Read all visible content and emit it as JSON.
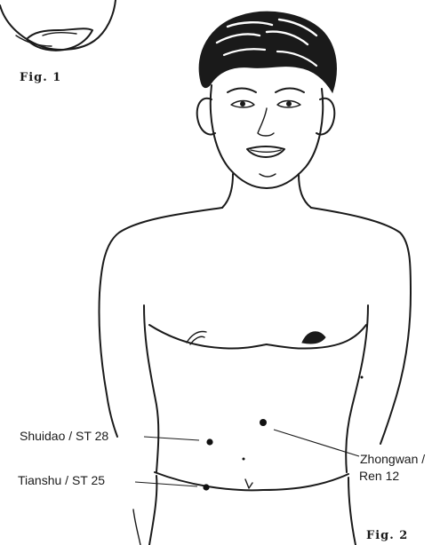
{
  "figures": {
    "fig1_caption": "Fig. 1",
    "fig2_caption": "Fig. 2"
  },
  "points": [
    {
      "id": "shuidao",
      "label": "Shuidao / ST 28"
    },
    {
      "id": "tianshu",
      "label": "Tianshu / ST 25"
    },
    {
      "id": "zhongwan",
      "label_line1": "Zhongwan /",
      "label_line2": "Ren 12"
    }
  ],
  "colors": {
    "ink": "#1a1a1a",
    "paper": "#ffffff"
  }
}
